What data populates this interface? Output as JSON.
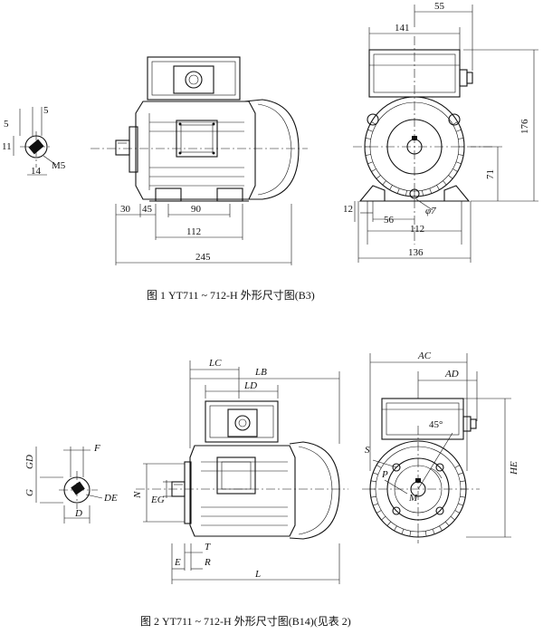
{
  "figure1": {
    "caption": "图 1   YT711 ~ 712-H 外形尺寸图(B3)",
    "shaft_dims": {
      "a": "5",
      "b": "5",
      "c": "11",
      "d": "14",
      "thread": "M5"
    },
    "side_dims": {
      "d30": "30",
      "d45": "45",
      "d90": "90",
      "d112": "112",
      "d245": "245"
    },
    "end_dims": {
      "d55": "55",
      "d141": "141",
      "d176": "176",
      "d71": "71",
      "d12": "12",
      "d56": "56",
      "hole": "φ7",
      "d112": "112",
      "d136": "136"
    }
  },
  "figure2": {
    "caption": "图 2   YT711 ~ 712-H 外形尺寸图(B14)(见表 2)",
    "shaft_labels": {
      "F": "F",
      "GD": "GD",
      "G": "G",
      "DE": "DE",
      "D": "D"
    },
    "side_labels": {
      "LC": "LC",
      "LB": "LB",
      "LD": "LD",
      "N": "N",
      "EG": "EG",
      "T": "T",
      "E": "E",
      "R": "R",
      "L": "L"
    },
    "end_labels": {
      "AC": "AC",
      "AD": "AD",
      "HE": "HE",
      "angle": "45°",
      "S": "S",
      "P": "P",
      "M": "M"
    }
  }
}
